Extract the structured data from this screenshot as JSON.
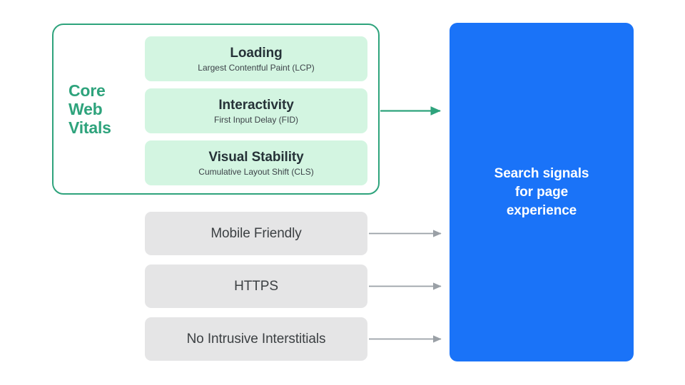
{
  "diagram": {
    "title": "Search signals for page experience",
    "colors": {
      "green_accent": "#2ea37c",
      "green_card_bg": "#d3f5e1",
      "gray_card_bg": "#e5e5e6",
      "blue_panel": "#1a73f8",
      "gray_arrow": "#9aa0a6",
      "dark_text": "#3c4043"
    }
  },
  "core_web_vitals": {
    "label": "Core\nWeb\nVitals",
    "metrics": [
      {
        "title": "Loading",
        "subtitle": "Largest Contentful Paint (LCP)"
      },
      {
        "title": "Interactivity",
        "subtitle": "First Input Delay (FID)"
      },
      {
        "title": "Visual Stability",
        "subtitle": "Cumulative Layout Shift (CLS)"
      }
    ]
  },
  "other_signals": [
    {
      "label": "Mobile Friendly"
    },
    {
      "label": "HTTPS"
    },
    {
      "label": "No Intrusive Interstitials"
    }
  ],
  "output_panel": {
    "text": "Search signals\nfor page\nexperience"
  }
}
